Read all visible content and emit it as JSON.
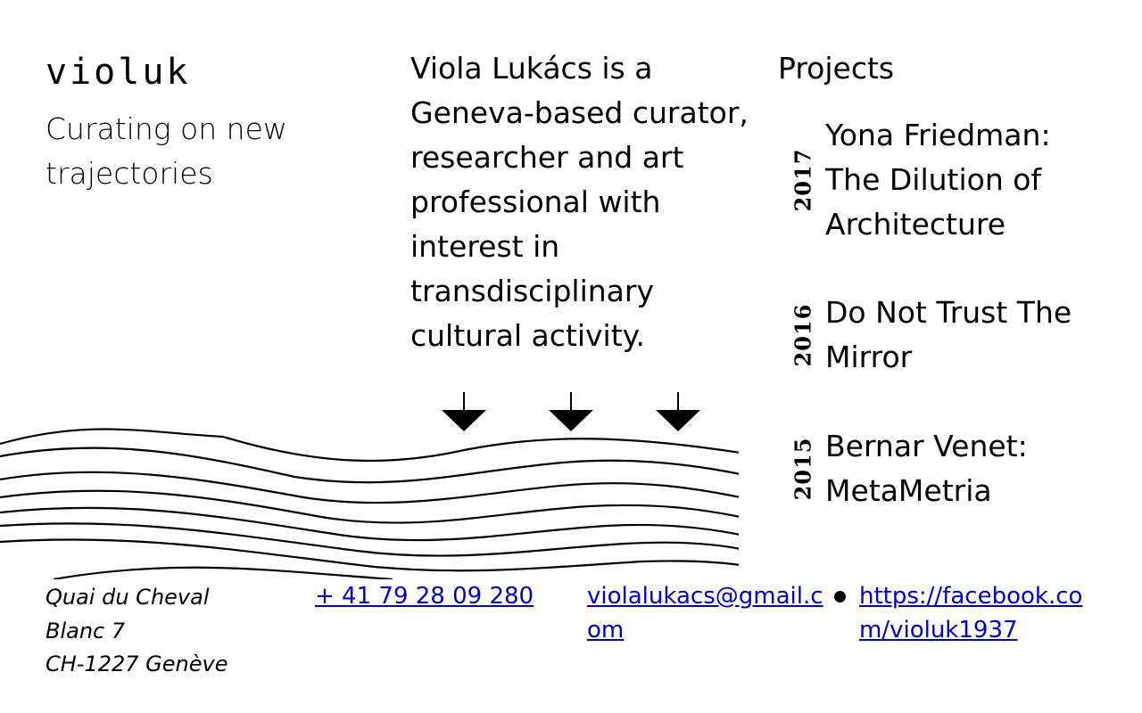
{
  "header": {
    "logo": "violuk",
    "tagline": "Curating on new trajectories"
  },
  "bio": "Viola Lukács is a Geneva-based curator, researcher and art professional with interest in transdisciplinary cultural activity.",
  "projects": {
    "title": "Projects",
    "items": [
      {
        "year": "2017",
        "title": "Yona Friedman: The Dilution of Architecture"
      },
      {
        "year": "2016",
        "title": "Do Not Trust The Mirror"
      },
      {
        "year": "2015",
        "title": "Bernar Venet: MetaMetria"
      }
    ]
  },
  "footer": {
    "address": [
      "Quai du Cheval",
      "Blanc 7",
      "CH-1227 Genève"
    ],
    "phone": "+ 41 79 28 09 280",
    "email": "violalukacs@gmail.com",
    "facebook": "https://facebook.com/violuk1937"
  }
}
